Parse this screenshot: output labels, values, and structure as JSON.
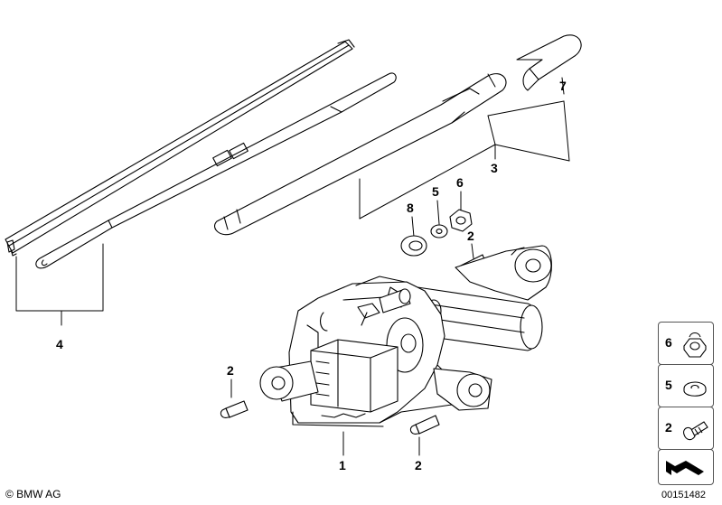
{
  "callouts": {
    "c7": "7",
    "c3": "3",
    "c8": "8",
    "c5": "5",
    "c6": "6",
    "c2_top": "2",
    "c4": "4",
    "c2_left": "2",
    "c1": "1",
    "c2_bottom": "2"
  },
  "legend": [
    {
      "number": "6",
      "icon": "hex-nut-icon"
    },
    {
      "number": "5",
      "icon": "washer-icon"
    },
    {
      "number": "2",
      "icon": "bolt-icon"
    }
  ],
  "navigation_icon": "arrow-frame-icon",
  "footer": {
    "copyright": "© BMW AG",
    "diagram_id": "00151482"
  },
  "colors": {
    "line": "#000000",
    "background": "#ffffff",
    "legend_border": "#555555"
  }
}
